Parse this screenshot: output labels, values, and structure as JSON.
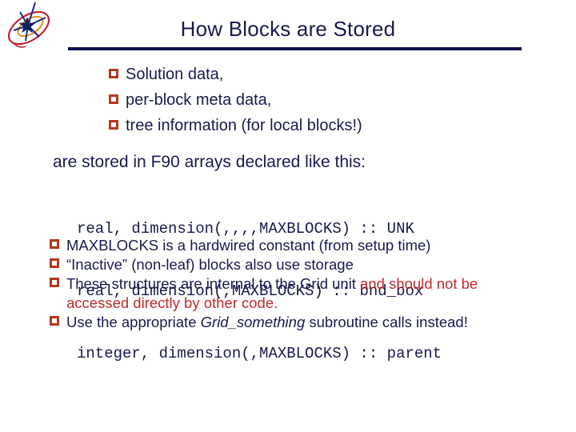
{
  "slide": {
    "title": "How Blocks are Stored",
    "colors": {
      "navy_text": "#1a1a4d",
      "rule_navy": "#10104a",
      "bullet_square_red": "#b23a1c",
      "alert_red": "#bf2b2b",
      "logo_outer_red": "#c22433",
      "logo_inner_orange": "#dd8f1f",
      "logo_star_blue": "#1d2a80"
    },
    "top_bullets": [
      "Solution data,",
      "per-block meta data,",
      "tree information (for local blocks!)"
    ],
    "lead_line": "are stored in F90 arrays declared like this:",
    "code_lines": [
      "real, dimension(,,,,MAXBLOCKS) :: UNK",
      "real, dimension(,MAXBLOCKS) :: bnd_box",
      "integer, dimension(,MAXBLOCKS) :: parent"
    ],
    "bottom_bullets": {
      "b1": "MAXBLOCKS is a hardwired constant (from setup time)",
      "b2": "“Inactive” (non-leaf) blocks also use storage",
      "b3_normal": "These structures are internal to the Grid unit ",
      "b3_red_line1": "and should not be",
      "b3_red_line2": "accessed directly by other code.",
      "b4_pre": "Use the appropriate ",
      "b4_italic": "Grid_something",
      "b4_post": "  subroutine calls instead!"
    }
  }
}
